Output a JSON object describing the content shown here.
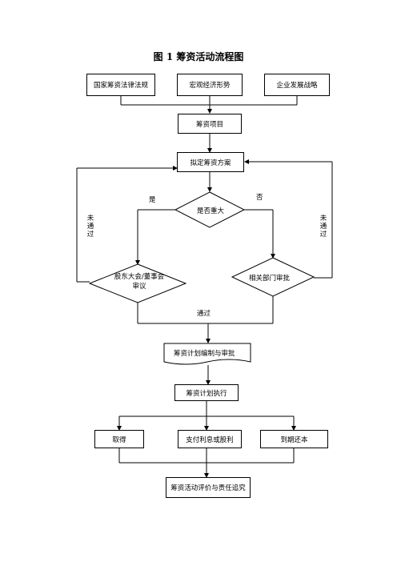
{
  "title": "图 1 筹资活动流程图",
  "nodes": {
    "law": "国家筹资法律法规",
    "macro": "宏观经济形势",
    "strategy": "企业发展战略",
    "project": "筹资项目",
    "plan": "拟定筹资方案",
    "major": "是否重大",
    "shareholders": "股东大会/董事会审议",
    "dept": "相关部门审批",
    "compile": "筹资计划编制与审批",
    "execute": "筹资计划执行",
    "obtain": "取得",
    "pay": "支付利息或股利",
    "repay": "到期还本",
    "evaluate": "筹资活动评价与责任追究"
  },
  "edge_labels": {
    "yes": "是",
    "no": "否",
    "not_passed_left": "未通过",
    "not_passed_right": "未通过",
    "passed": "通过"
  }
}
